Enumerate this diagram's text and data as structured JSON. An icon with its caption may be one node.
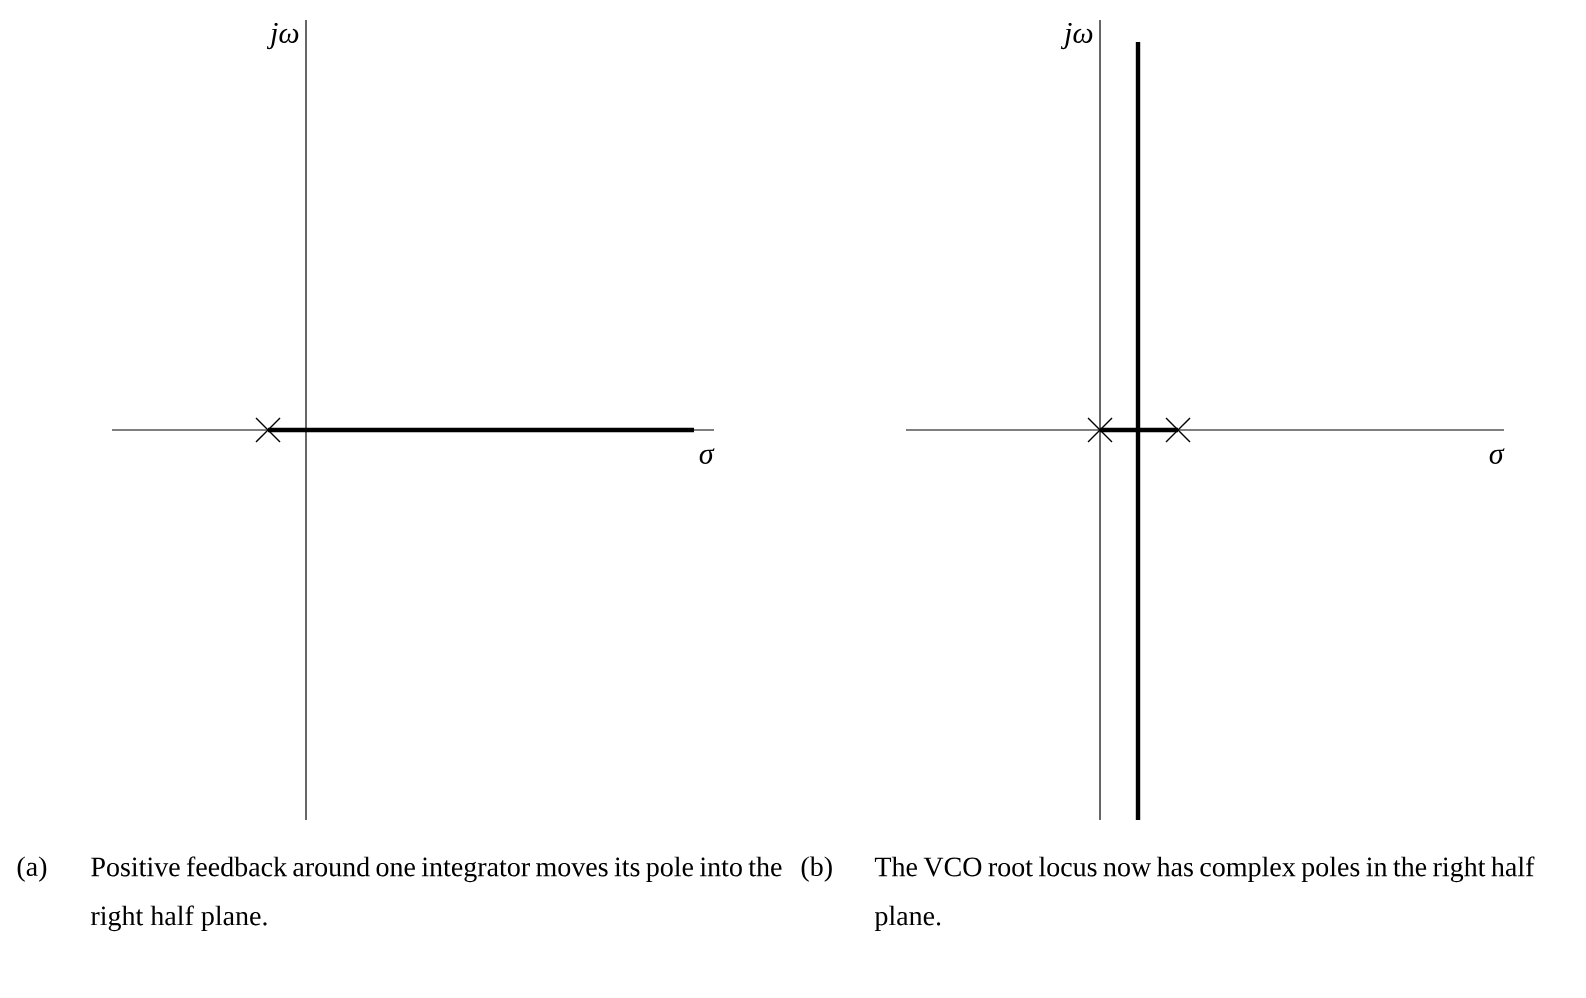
{
  "diagram": {
    "labels": [
      "jω",
      "σ",
      "jω",
      "σ",
      "(a)",
      "Positive feedback around one integrator moves its pole into the right half plane.",
      "(b)",
      "The VCO root locus now has complex poles in the right half plane."
    ]
  }
}
